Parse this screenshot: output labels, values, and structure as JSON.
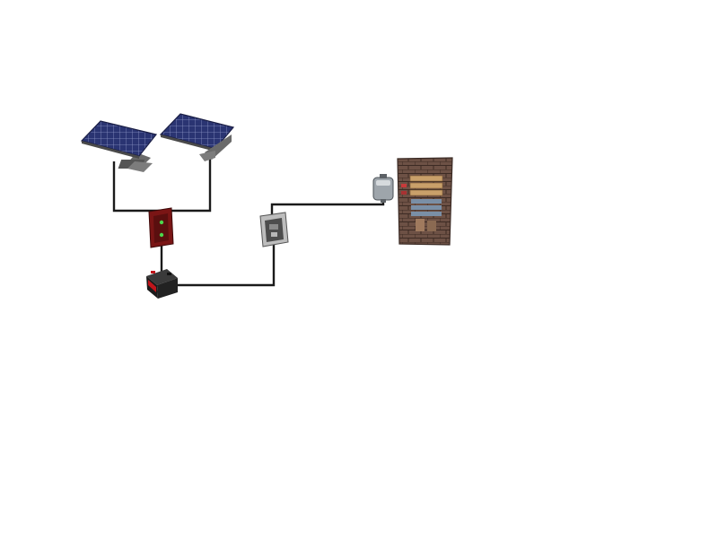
{
  "diagram": {
    "components": [
      {
        "id": "solar-panel-1",
        "icon": "solar-panel-icon"
      },
      {
        "id": "solar-panel-2",
        "icon": "solar-panel-icon"
      },
      {
        "id": "charge-controller",
        "icon": "charge-controller-icon"
      },
      {
        "id": "battery",
        "icon": "car-battery-icon"
      },
      {
        "id": "junction-box",
        "icon": "switch-box-icon"
      },
      {
        "id": "timer-switch",
        "icon": "timer-icon"
      },
      {
        "id": "door",
        "icon": "wooden-door-icon"
      }
    ],
    "connections": [
      {
        "from": "solar-panel-1",
        "to": "charge-controller"
      },
      {
        "from": "solar-panel-2",
        "to": "charge-controller"
      },
      {
        "from": "charge-controller",
        "to": "battery"
      },
      {
        "from": "battery",
        "to": "junction-box"
      },
      {
        "from": "junction-box",
        "to": "timer-switch"
      }
    ],
    "colors": {
      "wire": "#1a1a1a",
      "panel": "#2a3472",
      "controller": "#7a1515",
      "battery": "#1b1b1b",
      "battery_accent": "#c0151b",
      "door_frame": "#5a4438"
    }
  }
}
